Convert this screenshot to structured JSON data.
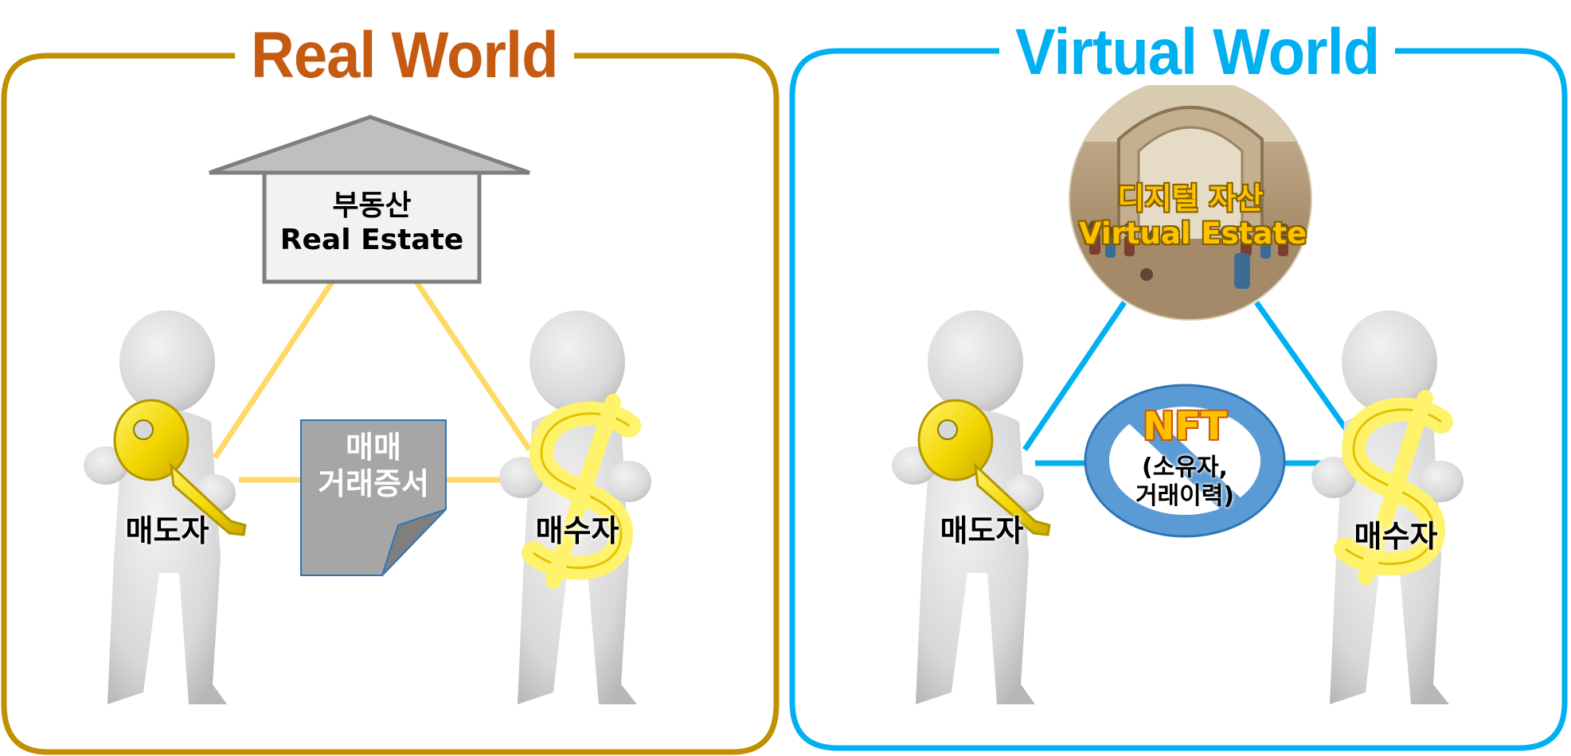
{
  "real_world": {
    "title": "Real World",
    "asset_label_ko": "부동산",
    "asset_label_en": "Real Estate",
    "document_line1": "매매",
    "document_line2": "거래증서",
    "seller_label": "매도자",
    "buyer_label": "매수자",
    "frame_color": "#bf9000",
    "title_color": "#c55a11",
    "line_color": "#ffd966"
  },
  "virtual_world": {
    "title": "Virtual World",
    "asset_label_ko": "디지털 자산",
    "asset_label_en": "Virtual Estate",
    "nft_label": "NFT",
    "nft_sub_line1": "(소유자,",
    "nft_sub_line2": "거래이력)",
    "seller_label": "매도자",
    "buyer_label": "매수자",
    "frame_color": "#00b0f0",
    "nft_color": "#5b9bd5"
  },
  "icons": [
    "house-icon",
    "document-icon",
    "key-icon",
    "dollar-icon",
    "person-icon",
    "painting-icon"
  ]
}
